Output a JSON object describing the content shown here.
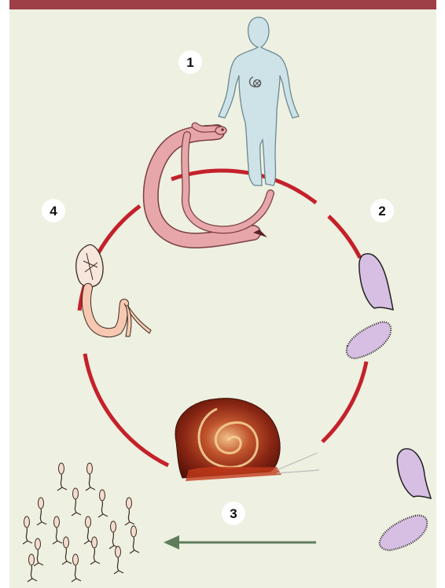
{
  "steps": [
    {
      "number": "1",
      "subject": "human-host"
    },
    {
      "number": "2",
      "subject": "eggs"
    },
    {
      "number": "3",
      "subject": "snail-and-cercariae"
    },
    {
      "number": "4",
      "subject": "cercaria"
    }
  ],
  "colors": {
    "frame_bar": "#9e3f47",
    "background": "#eef0e1",
    "cycle_ring": "#c4212b",
    "human": "#cde3e8",
    "worm": "#e7a6a9",
    "egg": "#d7bfe3",
    "arrow": "#5f7d5c"
  }
}
